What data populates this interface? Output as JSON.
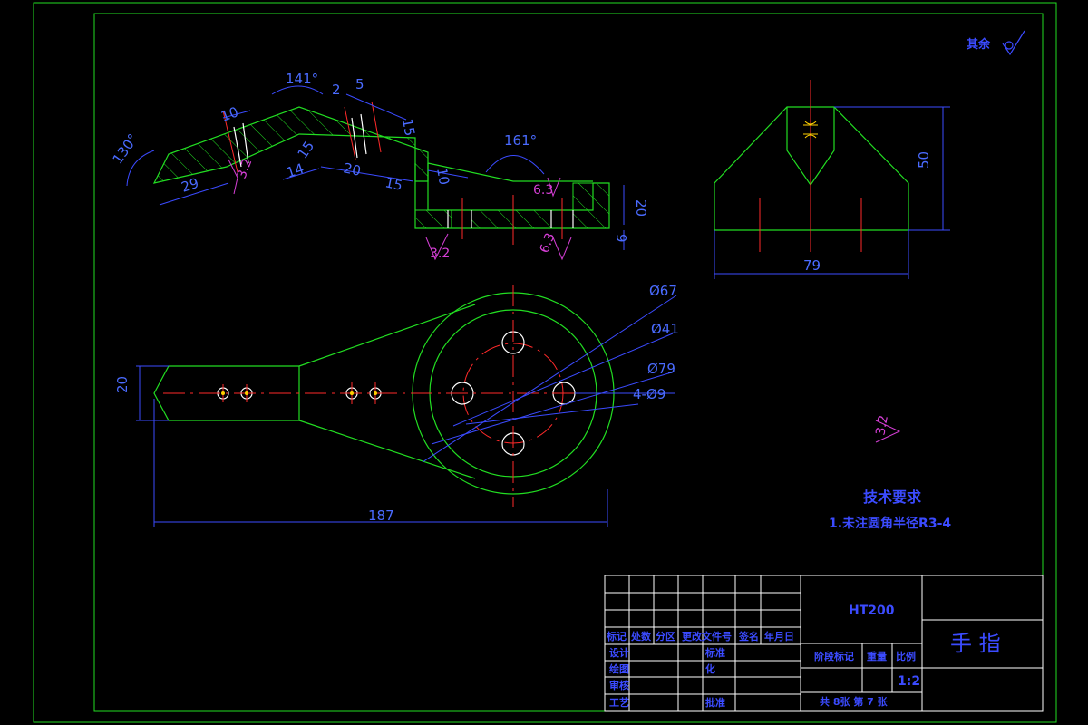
{
  "colors": {
    "green": "#22dd22",
    "red": "#ff2a2a",
    "blue": "#3b4bff",
    "magenta": "#d63fd6",
    "white": "#ffffff",
    "yellow": "#ffd000"
  },
  "roughness_other": "其余",
  "top_view": {
    "angle_left": "130°",
    "angle_top": "141°",
    "angle_right": "161°",
    "dims": [
      "29",
      "10",
      "2",
      "5",
      "15",
      "14",
      "15",
      "20",
      "15",
      "10",
      "20",
      "9"
    ],
    "rough_32": "3.2",
    "rough_63": "6.3"
  },
  "side_view": {
    "height": "50",
    "width": "79"
  },
  "front_view": {
    "d67": "Ø67",
    "d41": "Ø41",
    "d79": "Ø79",
    "holes": "4-Ø9",
    "width": "20",
    "length": "187"
  },
  "side_rough": "3.2",
  "tech": {
    "title": "技术要求",
    "item1": "1.未注圆角半径R3-4"
  },
  "title_block": {
    "material": "HT200",
    "part_name": "手  指",
    "scale_value": "1:2",
    "sheets": "共 8张  第 7 张",
    "row_headers": [
      "标记",
      "处数",
      "分区",
      "更改文件号",
      "签名",
      "年月日"
    ],
    "labels": {
      "design": "设计",
      "drafting": "绘图",
      "review": "审核",
      "craft": "工艺",
      "standard": "标准",
      "standard2": "化",
      "approve": "批准"
    },
    "stage_mark": "阶段标记",
    "weight": "重量",
    "scale": "比例"
  }
}
